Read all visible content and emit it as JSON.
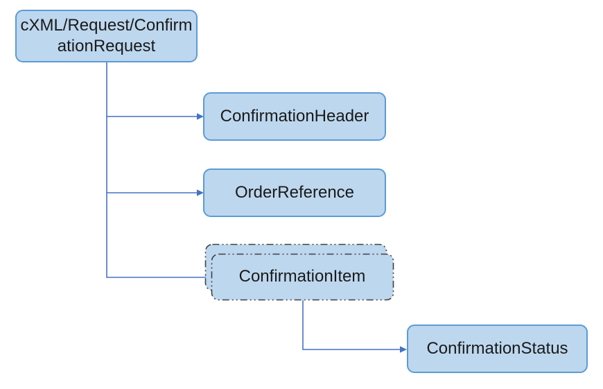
{
  "diagram": {
    "nodes": {
      "root": {
        "label": "cXML/Request/ConfirmationRequest",
        "line1": "cXML/Request/Confirm",
        "line2": "ationRequest"
      },
      "confirmation_header": {
        "label": "ConfirmationHeader"
      },
      "order_reference": {
        "label": "OrderReference"
      },
      "confirmation_item": {
        "label": "ConfirmationItem"
      },
      "confirmation_status": {
        "label": "ConfirmationStatus"
      }
    },
    "colors": {
      "node_fill": "#BDD7EE",
      "node_border": "#5B9BD5",
      "connector": "#4472C4",
      "dashed_border": "#404040",
      "text": "#1A1A1A",
      "background": "#FFFFFF"
    }
  }
}
